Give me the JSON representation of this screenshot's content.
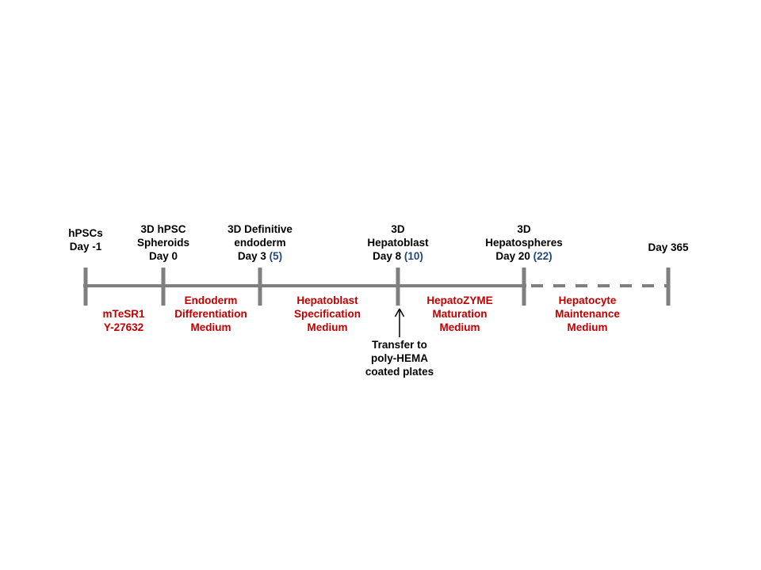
{
  "colors": {
    "timeline_gray": "#7F7F7F",
    "media_red": "#C00000",
    "day_alt_blue": "#1F497D",
    "text_black": "#000000"
  },
  "timeline": {
    "stages": [
      {
        "lines": [
          "hPSCs"
        ],
        "day": "Day -1",
        "day_alt": ""
      },
      {
        "lines": [
          "3D hPSC",
          "Spheroids"
        ],
        "day": "Day 0",
        "day_alt": ""
      },
      {
        "lines": [
          "3D Definitive",
          "endoderm"
        ],
        "day": "Day 3",
        "day_alt": "(5)"
      },
      {
        "lines": [
          "3D",
          "Hepatoblast"
        ],
        "day": "Day 8",
        "day_alt": "(10)"
      },
      {
        "lines": [
          "3D",
          "Hepatospheres"
        ],
        "day": "Day 20",
        "day_alt": "(22)"
      },
      {
        "lines": [],
        "day": "Day 365",
        "day_alt": ""
      }
    ],
    "media": [
      {
        "lines": [
          "mTeSR1",
          "Y-27632"
        ]
      },
      {
        "lines": [
          "Endoderm",
          "Differentiation",
          "Medium"
        ]
      },
      {
        "lines": [
          "Hepatoblast",
          "Specification",
          "Medium"
        ]
      },
      {
        "lines": [
          "HepatoZYME",
          "Maturation",
          "Medium"
        ]
      },
      {
        "lines": [
          "Hepatocyte",
          "Maintenance",
          "Medium"
        ]
      }
    ],
    "annotation": {
      "lines": [
        "Transfer to",
        "poly-HEMA",
        "coated plates"
      ]
    }
  }
}
